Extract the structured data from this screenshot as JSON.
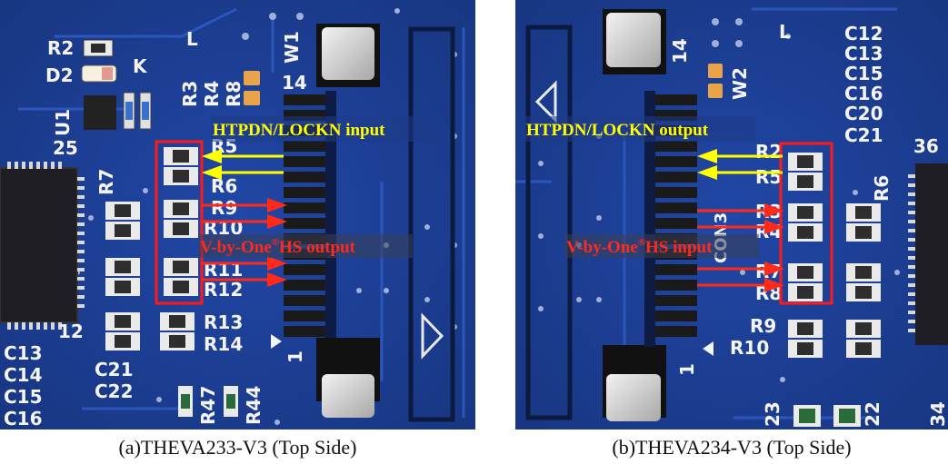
{
  "captions": {
    "a": "(a)THEVA233-V3 (Top Side)",
    "b": "(b)THEVA234-V3 (Top Side)"
  },
  "panel_a": {
    "silk": {
      "r2": "R2",
      "d2": "D2",
      "k": "K",
      "u1": "U1",
      "r3": "R3",
      "r4": "R4",
      "r8": "R8",
      "w1": "W1",
      "l": "L",
      "n14": "14",
      "n25": "25",
      "r7": "R7",
      "r5": "R5",
      "r6": "R6",
      "r9": "R9",
      "r10": "R10",
      "r11": "R11",
      "r12": "R12",
      "r13": "R13",
      "r14": "R14",
      "n12": "12",
      "n1": "1",
      "c13": "C13",
      "c14": "C14",
      "c15": "C15",
      "c16": "C16",
      "c21": "C21",
      "c22": "C22",
      "r47": "R47",
      "r44": "R44"
    },
    "annotation_yellow": "HTPDN/LOCKN input",
    "annotation_red": "V-by-One",
    "annotation_red_sup": "®",
    "annotation_red_tail": "HS output"
  },
  "panel_b": {
    "silk": {
      "n14": "14",
      "w2": "W2",
      "l": "L",
      "c12": "C12",
      "c13": "C13",
      "c15": "C15",
      "c16": "C16",
      "c20": "C20",
      "c21": "C21",
      "n36": "36",
      "r2": "R2",
      "r5": "R5",
      "r6": "R6",
      "r3": "R3",
      "r4": "R4",
      "r7": "R7",
      "r8": "R8",
      "r9": "R9",
      "r10": "R10",
      "n1": "1",
      "con3": "CON3",
      "n23": "23",
      "n22": "22",
      "n34": "34"
    },
    "annotation_yellow": "HTPDN/LOCKN output",
    "annotation_red": "V-by-One",
    "annotation_red_sup": "®",
    "annotation_red_tail": "HS input"
  },
  "colors": {
    "pcb": "#1d3f9a",
    "pcb_dark": "#142d73",
    "silkscreen": "#f4f4f4",
    "arrow_yellow": "#ffff00",
    "arrow_red": "#ff2a1a",
    "highlight_box": "#ff1a1a"
  }
}
